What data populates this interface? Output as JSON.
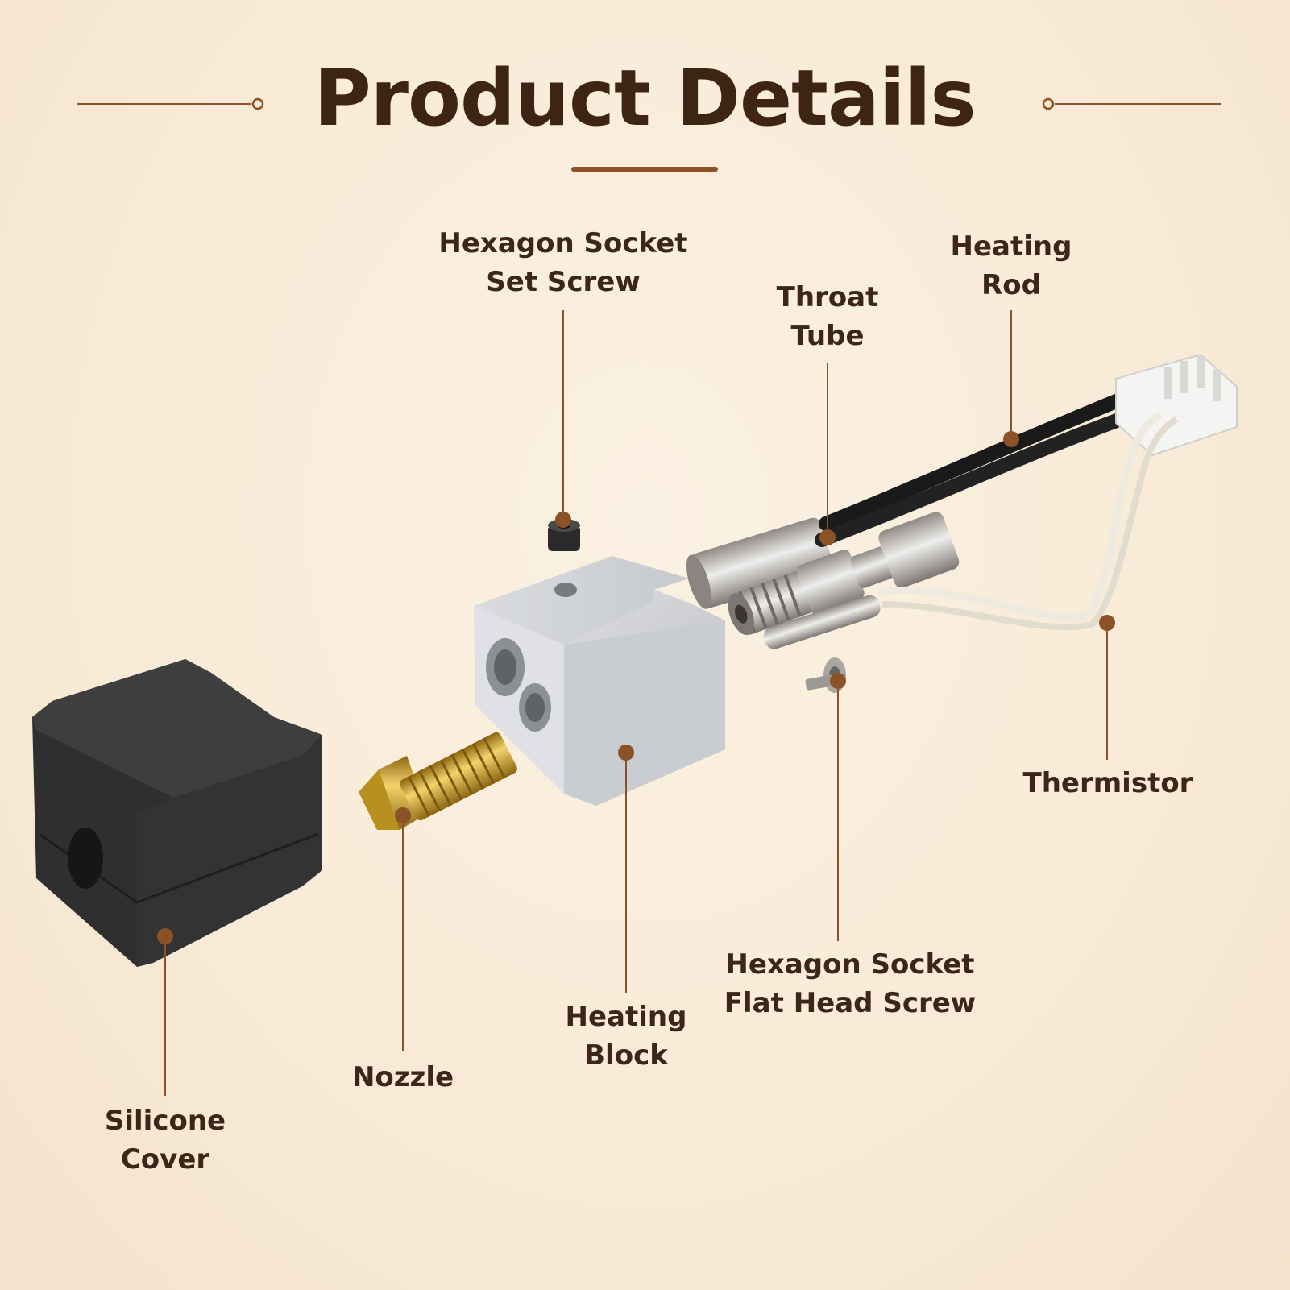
{
  "title": "Product Details",
  "colors": {
    "accent": "#8a5226",
    "title": "#3e2412",
    "label": "#3b2618",
    "background": "#f8ead6"
  },
  "labels": {
    "set_screw": "Hexagon Socket\nSet Screw",
    "heating_rod": "Heating\nRod",
    "throat_tube": "Throat\nTube",
    "thermistor": "Thermistor",
    "flat_head_screw": "Hexagon Socket\nFlat Head Screw",
    "heating_block": "Heating\nBlock",
    "nozzle": "Nozzle",
    "silicone_cover": "Silicone\nCover"
  }
}
